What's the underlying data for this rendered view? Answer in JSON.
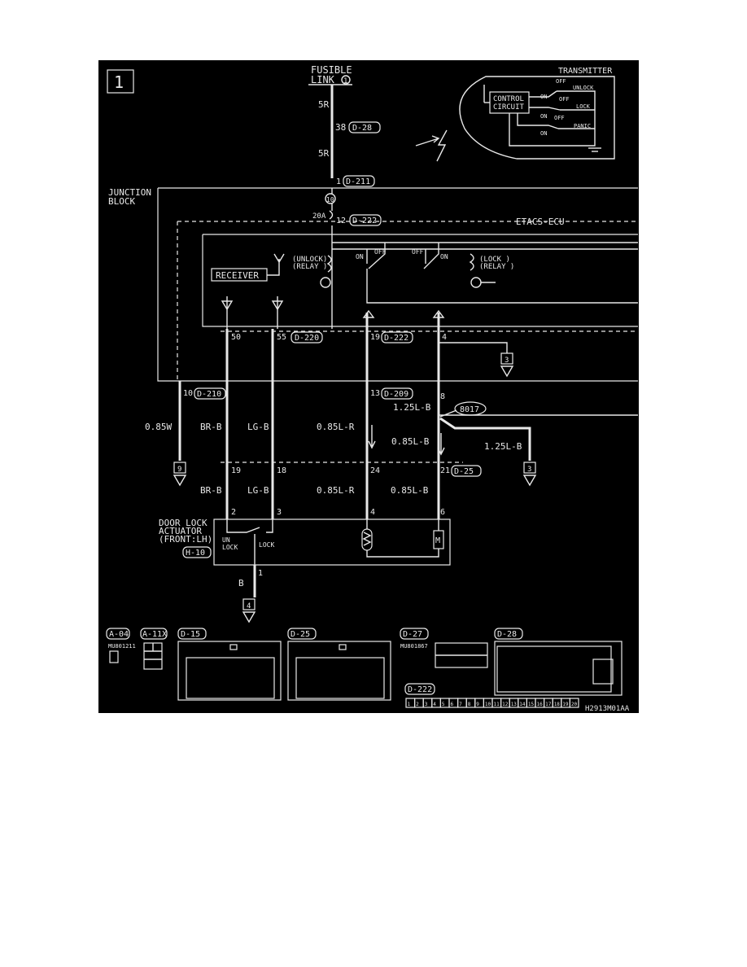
{
  "page_number": "1",
  "fusible_link": {
    "line1": "FUSIBLE",
    "line2": "LINK",
    "num": "1"
  },
  "wire_5r_top": "5R",
  "pin_38": "38",
  "conn_d28": "D-28",
  "wire_5r_bottom": "5R",
  "pin_1_top": "1",
  "conn_d211": "D-211",
  "junction_block": {
    "line1": "JUNCTION",
    "line2": "BLOCK"
  },
  "fuse_num": "10",
  "fuse_rating": "20A",
  "pin_12": "12",
  "conn_d222_top": "D-222",
  "etacs_ecu": "ETACS-ECU",
  "transmitter": {
    "title": "TRANSMITTER",
    "control_circuit_1": "CONTROL",
    "control_circuit_2": "CIRCUIT",
    "off1": "OFF",
    "unlock": "UNLOCK",
    "on1": "ON",
    "off2": "OFF",
    "lock": "LOCK",
    "on2": "ON",
    "off3": "OFF",
    "panic": "PANIC",
    "on3": "ON"
  },
  "receiver": "RECEIVER",
  "unlock_relay_1": "(UNLOCK)",
  "unlock_relay_2": "(RELAY )",
  "lock_relay_1": "(LOCK  )",
  "lock_relay_2": "(RELAY )",
  "relay_on_left": "ON",
  "relay_off_left": "OFF",
  "relay_off_right": "OFF",
  "relay_on_right": "ON",
  "pin_50": "50",
  "pin_55": "55",
  "conn_d220": "D-220",
  "pin_19_top": "19",
  "conn_d222_mid": "D-222",
  "pin_4_top": "4",
  "ground_ref_3a": "3",
  "pin_10": "10",
  "conn_d210": "D-210",
  "pin_13": "13",
  "conn_d209": "D-209",
  "pin_8": "8",
  "wire_125lb_top": "1.25L-B",
  "splice_8017": "8017",
  "wire_085w": "0.85W",
  "wire_brb_top": "BR-B",
  "wire_lgb_top": "LG-B",
  "wire_085lr_top": "0.85L-R",
  "wire_085lb_top": "0.85L-B",
  "wire_125lb_right": "1.25L-B",
  "ground_ref_9": "9",
  "ground_ref_3b": "3",
  "pin_19_bot": "19",
  "pin_18": "18",
  "pin_24": "24",
  "pin_21": "21",
  "conn_d25_top": "D-25",
  "wire_brb_bot": "BR-B",
  "wire_lgb_bot": "LG-B",
  "wire_085lr_bot": "0.85L-R",
  "wire_085lb_bot": "0.85L-B",
  "door_lock": {
    "line1": "DOOR LOCK",
    "line2": "ACTUATOR",
    "line3": "(FRONT:LH)"
  },
  "actuator_pins": {
    "p2": "2",
    "p3": "3",
    "p4": "4",
    "p6": "6"
  },
  "actuator_unlock_1": "UN",
  "actuator_unlock_2": "LOCK",
  "actuator_lock": "LOCK",
  "conn_h10": "H-10",
  "pin_1_bottom": "1",
  "wire_b": "B",
  "ground_ref_4": "4",
  "connectors": {
    "a04": "A-04",
    "a04_part": "MU801211",
    "a11": "A-11X",
    "d15": "D-15",
    "d25": "D-25",
    "d27": "D-27",
    "d27_part": "MU801867",
    "d28": "D-28",
    "d222": "D-222"
  },
  "d222_pins": [
    "1",
    "2",
    "3",
    "4",
    "5",
    "6",
    "7",
    "8",
    "9",
    "10",
    "11",
    "12",
    "13",
    "14",
    "15",
    "16",
    "17",
    "18",
    "19",
    "20"
  ],
  "diagram_code": "H2913M01AA",
  "colors": {
    "background": "#000000",
    "line": "#e8e8e8",
    "page": "#ffffff"
  }
}
